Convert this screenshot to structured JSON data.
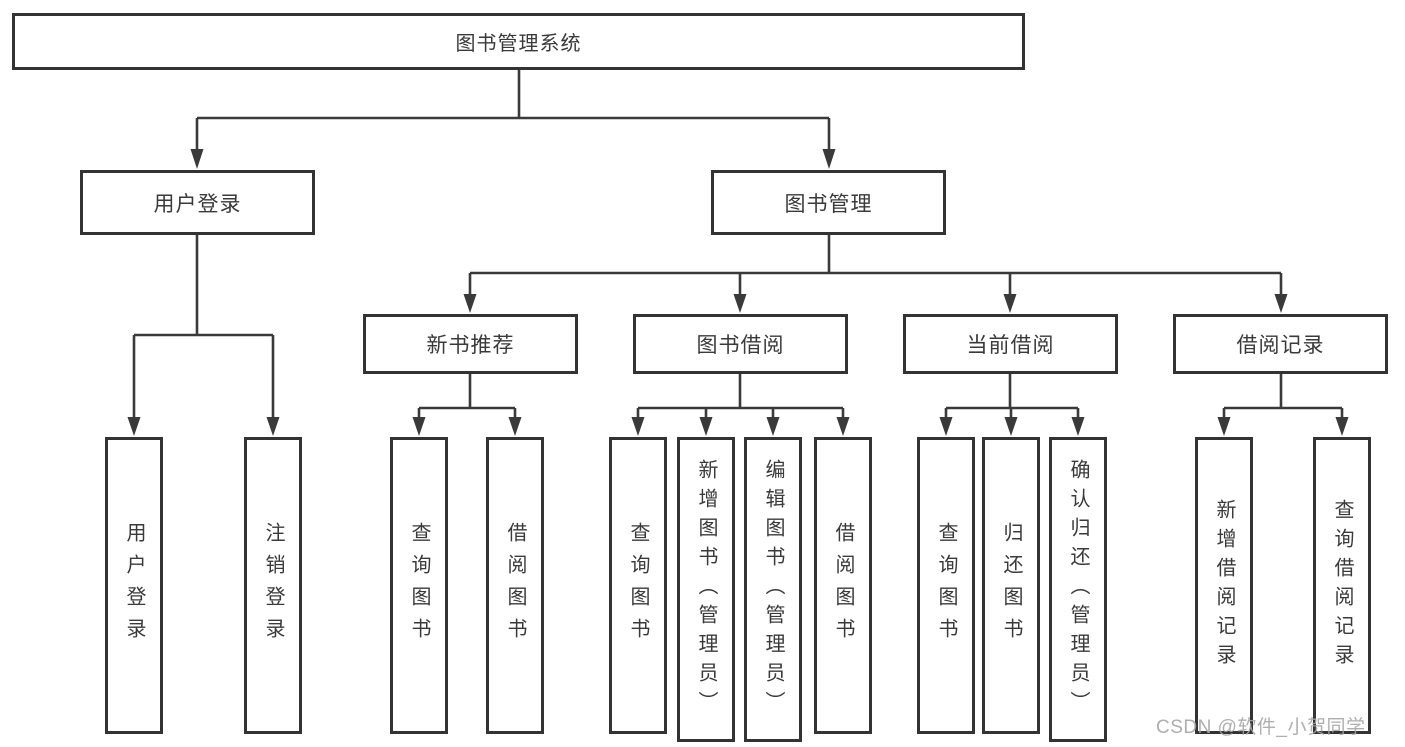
{
  "diagram": {
    "tree": {
      "label": "图书管理系统",
      "children": [
        {
          "label": "用户登录",
          "children": [
            {
              "label": "用户登录"
            },
            {
              "label": "注销登录"
            }
          ]
        },
        {
          "label": "图书管理",
          "children": [
            {
              "label": "新书推荐",
              "children": [
                {
                  "label": "查询图书"
                },
                {
                  "label": "借阅图书"
                }
              ]
            },
            {
              "label": "图书借阅",
              "children": [
                {
                  "label": "查询图书"
                },
                {
                  "label": "新增图书（管理员）"
                },
                {
                  "label": "编辑图书（管理员）"
                },
                {
                  "label": "借阅图书"
                }
              ]
            },
            {
              "label": "当前借阅",
              "children": [
                {
                  "label": "查询图书"
                },
                {
                  "label": "归还图书"
                },
                {
                  "label": "确认归还（管理员）"
                }
              ]
            },
            {
              "label": "借阅记录",
              "children": [
                {
                  "label": "新增借阅记录"
                },
                {
                  "label": "查询借阅记录"
                }
              ]
            }
          ]
        }
      ]
    },
    "colors": {
      "line": "#3a3a3a",
      "box_border": "#333333",
      "box_background": "#ffffff",
      "text": "#3a3a3a",
      "watermark": "#a6a6a6"
    }
  },
  "watermark": {
    "text": "CSDN @软件_小贺同学"
  }
}
